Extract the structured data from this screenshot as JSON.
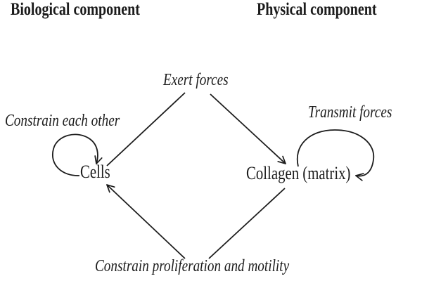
{
  "figure": {
    "background": "#ffffff",
    "ink_color": "#1c1c1c",
    "headers": {
      "biological": "Biological component",
      "physical": "Physical component"
    },
    "nodes": {
      "cells": "Cells",
      "collagen": "Collagen (matrix)"
    },
    "relations": {
      "cells_to_collagen_label": "Exert forces",
      "collagen_to_cells_label": "Constrain proliferation and motility",
      "cells_self_loop_label": "Constrain each other",
      "collagen_self_loop_label": "Transmit forces"
    }
  }
}
